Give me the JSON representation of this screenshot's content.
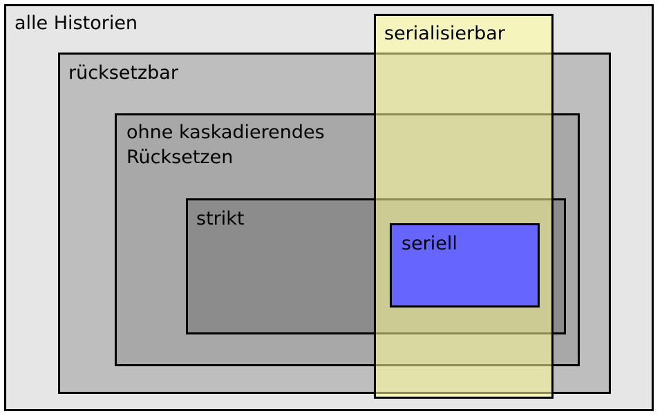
{
  "sets": {
    "all_histories": {
      "label": "alle Historien",
      "fill": "#e6e6e6"
    },
    "recoverable": {
      "label": "rücksetzbar",
      "fill": "#bebebe"
    },
    "avoids_cascading": {
      "label_line1": "ohne kaskadierendes",
      "label_line2": "Rücksetzen",
      "fill": "#a8a8a8"
    },
    "strict": {
      "label": "strikt",
      "fill": "#8c8c8c"
    },
    "serial": {
      "label": "seriell",
      "fill": "#6666ff"
    },
    "serializable": {
      "label": "serialisierbar",
      "fill": "#ffff99",
      "opacity": 0.55
    }
  },
  "border_color": "#000000"
}
